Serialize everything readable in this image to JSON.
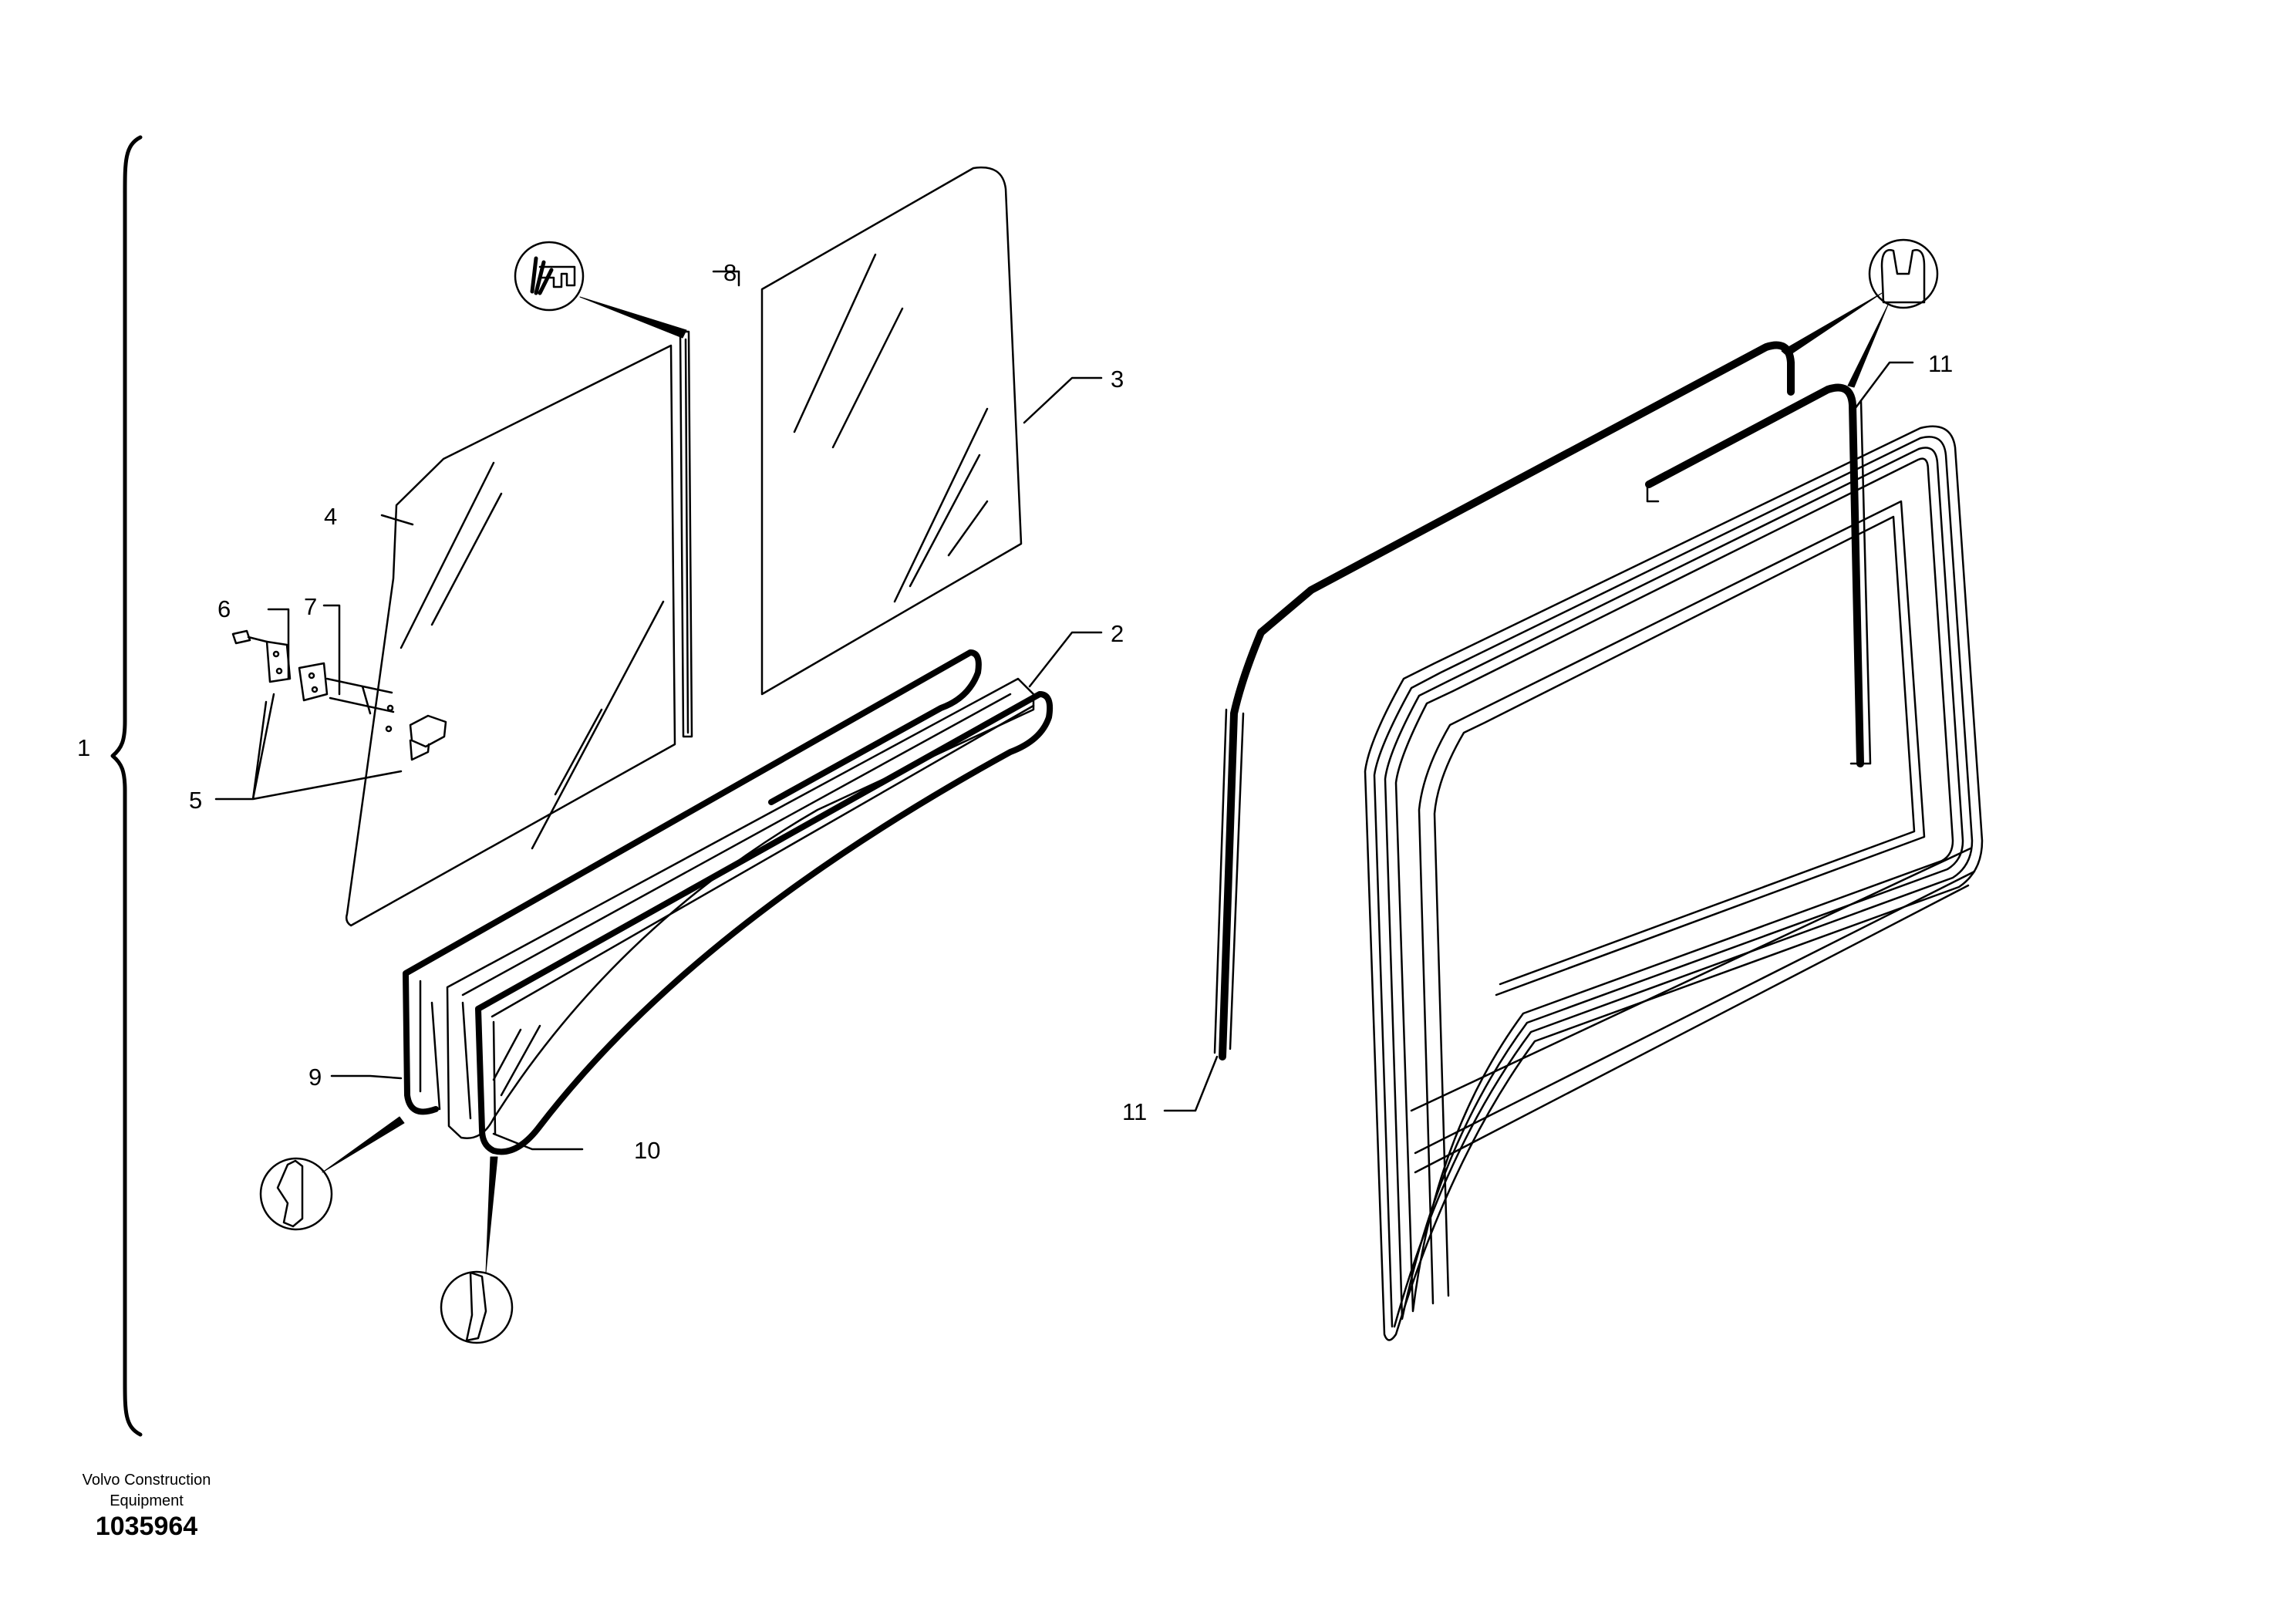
{
  "diagram": {
    "callouts": [
      "1",
      "2",
      "3",
      "4",
      "5",
      "6",
      "7",
      "8",
      "9",
      "10",
      "11",
      "11"
    ]
  },
  "footer": {
    "company_line1": "Volvo Construction",
    "company_line2": "Equipment",
    "document_number": "1035964"
  },
  "colors": {
    "ink": "#000000",
    "background": "#ffffff"
  }
}
